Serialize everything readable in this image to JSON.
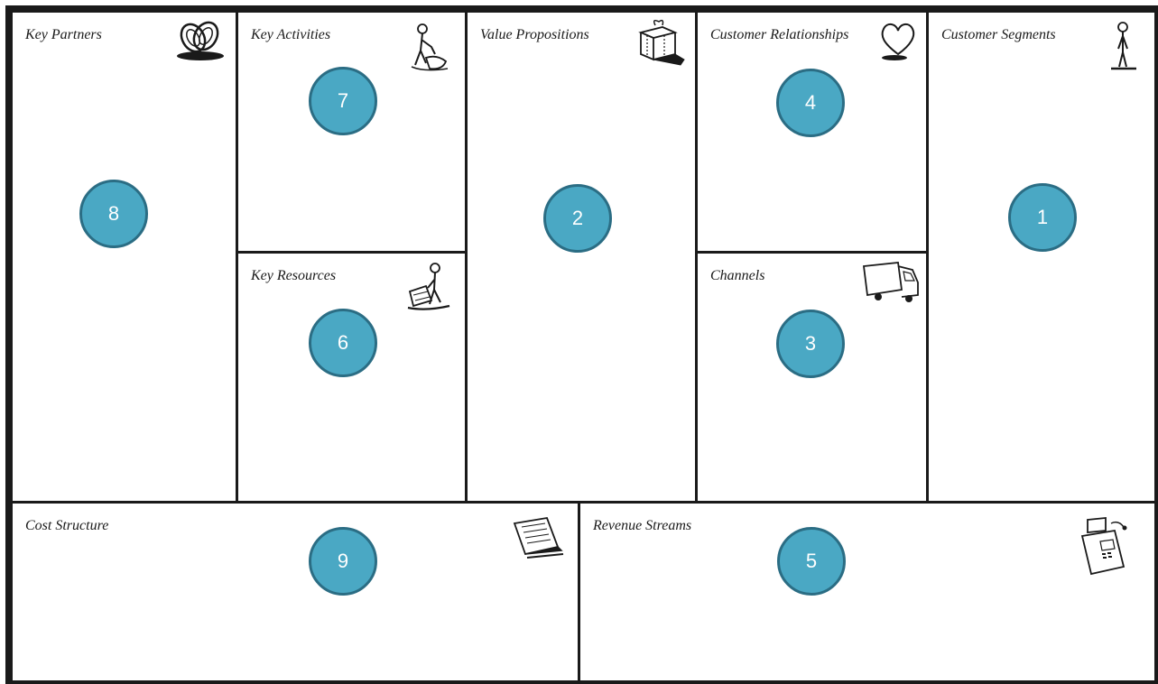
{
  "canvas": {
    "blocks": [
      {
        "id": "key-partners",
        "title": "Key Partners",
        "number": "8",
        "icon": "chain-links-icon"
      },
      {
        "id": "key-activities",
        "title": "Key Activities",
        "number": "7",
        "icon": "person-working-icon"
      },
      {
        "id": "key-resources",
        "title": "Key Resources",
        "number": "6",
        "icon": "person-with-cart-icon"
      },
      {
        "id": "value-propositions",
        "title": "Value Propositions",
        "number": "2",
        "icon": "gift-box-icon"
      },
      {
        "id": "customer-relationships",
        "title": "Customer Relationships",
        "number": "4",
        "icon": "heart-icon"
      },
      {
        "id": "channels",
        "title": "Channels",
        "number": "3",
        "icon": "truck-icon"
      },
      {
        "id": "customer-segments",
        "title": "Customer Segments",
        "number": "1",
        "icon": "standing-person-icon"
      },
      {
        "id": "cost-structure",
        "title": "Cost Structure",
        "number": "9",
        "icon": "receipt-icon"
      },
      {
        "id": "revenue-streams",
        "title": "Revenue Streams",
        "number": "5",
        "icon": "cash-register-icon"
      }
    ],
    "colors": {
      "badge_fill": "#4aa8c4",
      "badge_border": "#2b6d84",
      "grid_lines": "#1a1a1a",
      "background": "#ffffff"
    }
  }
}
